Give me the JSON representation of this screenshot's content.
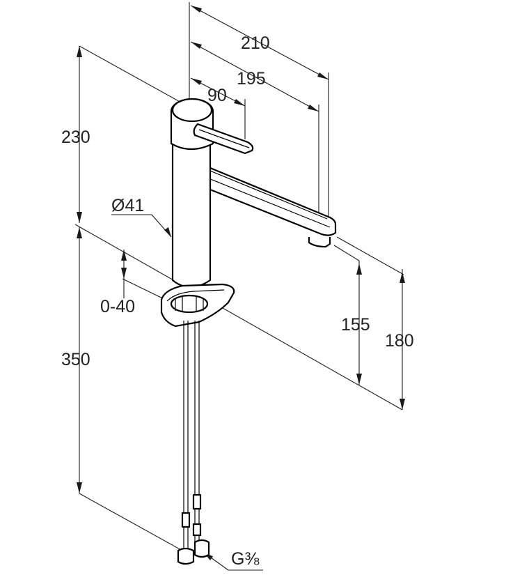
{
  "dimensions": {
    "d210": "210",
    "d195": "195",
    "d90": "90",
    "d230": "230",
    "d41": "Ø41",
    "d040": "0-40",
    "d350": "350",
    "d155": "155",
    "d180": "180",
    "thread": "G⅜"
  }
}
